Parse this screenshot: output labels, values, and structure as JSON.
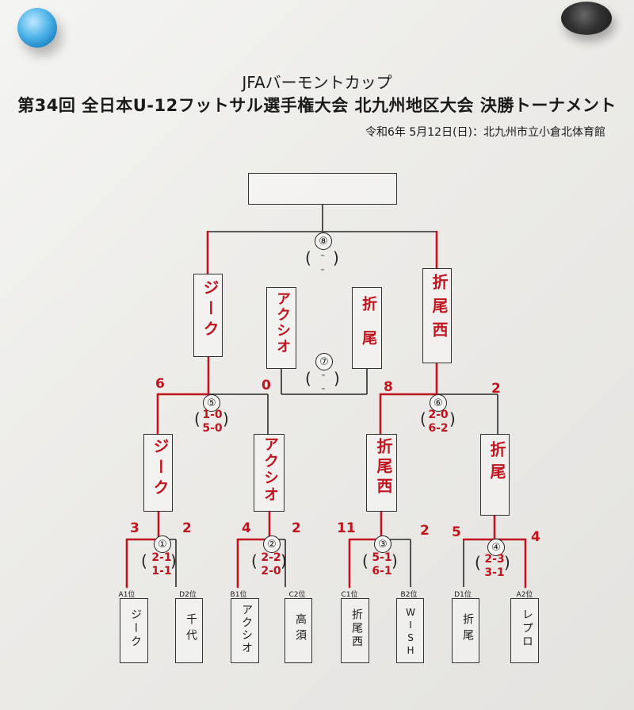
{
  "header": {
    "line1": "JFAバーモントカップ",
    "line2": "第34回 全日本U-12フットサル選手権大会 北九州地区大会 決勝トーナメント",
    "line3": "令和6年 5月12日(日)：北九州市立小倉北体育館"
  },
  "champion": {
    "name": ""
  },
  "final": {
    "match_no": "⑧",
    "score_line1": "-",
    "score_line2": "-",
    "left_team": "ジーク",
    "right_team": "折尾西"
  },
  "third_place": {
    "match_no": "⑦",
    "score_line1": "-",
    "score_line2": "-",
    "left_team": "アクシオ",
    "right_team": "折尾"
  },
  "semifinals": [
    {
      "match_no": "⑤",
      "score_line1": "1-0",
      "score_line2": "5-0",
      "left_goals": "6",
      "right_goals": "0",
      "left_team": "ジーク",
      "right_team": "アクシオ"
    },
    {
      "match_no": "⑥",
      "score_line1": "2-0",
      "score_line2": "6-2",
      "left_goals": "8",
      "right_goals": "2",
      "left_team": "折尾西",
      "right_team": "折尾"
    }
  ],
  "quarterfinals": [
    {
      "match_no": "①",
      "score_line1": "2-1",
      "score_line2": "1-1",
      "left_goals": "3",
      "right_goals": "2"
    },
    {
      "match_no": "②",
      "score_line1": "2-2",
      "score_line2": "2-0",
      "left_goals": "4",
      "right_goals": "2"
    },
    {
      "match_no": "③",
      "score_line1": "5-1",
      "score_line2": "6-1",
      "left_goals": "11",
      "right_goals": "2"
    },
    {
      "match_no": "④",
      "score_line1": "2-3",
      "score_line2": "3-1",
      "left_goals": "5",
      "right_goals": "4"
    }
  ],
  "entrants": [
    {
      "seed": "A1位",
      "team": "ジーク"
    },
    {
      "seed": "D2位",
      "team": "千代"
    },
    {
      "seed": "B1位",
      "team": "アクシオ"
    },
    {
      "seed": "C2位",
      "team": "高須"
    },
    {
      "seed": "C1位",
      "team": "折尾西"
    },
    {
      "seed": "B2位",
      "team": "WISH"
    },
    {
      "seed": "D1位",
      "team": "折尾"
    },
    {
      "seed": "A2位",
      "team": "レプロ"
    }
  ],
  "colors": {
    "ink": "#1a1a1a",
    "marker_red": "#c0141e"
  },
  "icons": [
    "blue-pushpin-icon",
    "black-magnet-icon"
  ]
}
